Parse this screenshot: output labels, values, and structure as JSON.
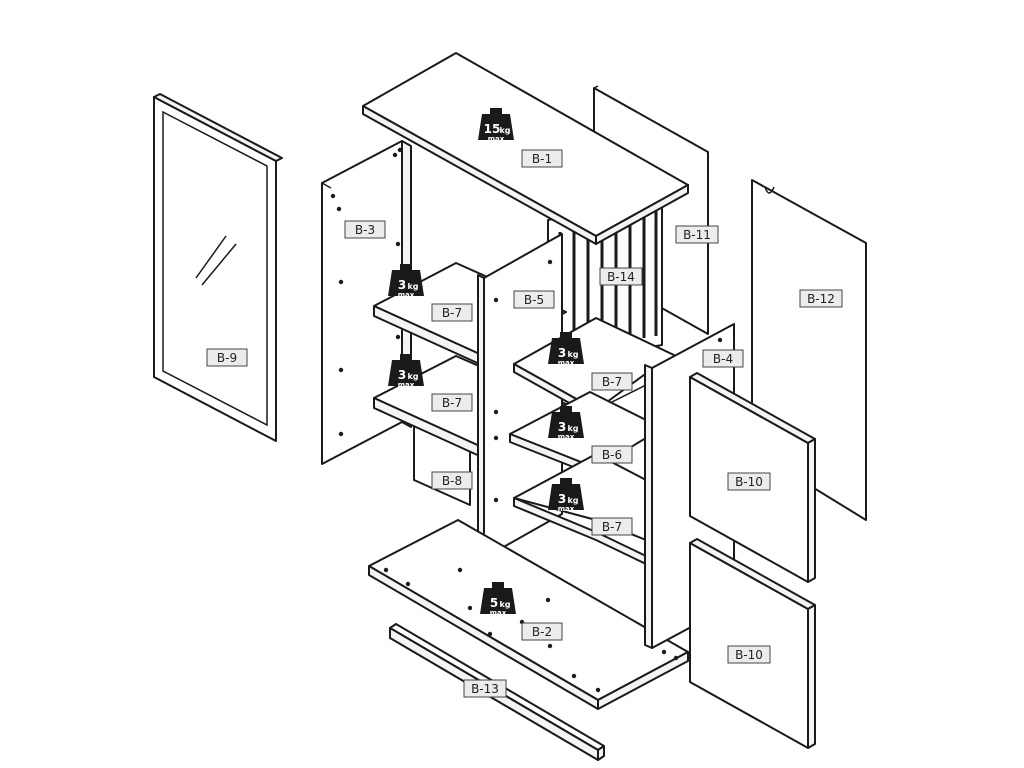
{
  "parts": [
    {
      "id": "B-1",
      "label": "B-1"
    },
    {
      "id": "B-2",
      "label": "B-2"
    },
    {
      "id": "B-3",
      "label": "B-3"
    },
    {
      "id": "B-4",
      "label": "B-4"
    },
    {
      "id": "B-5",
      "label": "B-5"
    },
    {
      "id": "B-6",
      "label": "B-6"
    },
    {
      "id": "B-7a",
      "label": "B-7"
    },
    {
      "id": "B-7b",
      "label": "B-7"
    },
    {
      "id": "B-7c",
      "label": "B-7"
    },
    {
      "id": "B-7d",
      "label": "B-7"
    },
    {
      "id": "B-8",
      "label": "B-8"
    },
    {
      "id": "B-9",
      "label": "B-9"
    },
    {
      "id": "B-10a",
      "label": "B-10"
    },
    {
      "id": "B-10b",
      "label": "B-10"
    },
    {
      "id": "B-11",
      "label": "B-11"
    },
    {
      "id": "B-12",
      "label": "B-12"
    },
    {
      "id": "B-13",
      "label": "B-13"
    },
    {
      "id": "B-14",
      "label": "B-14"
    }
  ],
  "weights": [
    {
      "id": "w-top",
      "value": "15",
      "unit": "kg",
      "note": "max"
    },
    {
      "id": "w-left1",
      "value": "3",
      "unit": "kg",
      "note": "max"
    },
    {
      "id": "w-left2",
      "value": "3",
      "unit": "kg",
      "note": "max"
    },
    {
      "id": "w-right1",
      "value": "3",
      "unit": "kg",
      "note": "max"
    },
    {
      "id": "w-right2",
      "value": "3",
      "unit": "kg",
      "note": "max"
    },
    {
      "id": "w-right3",
      "value": "3",
      "unit": "kg",
      "note": "max"
    },
    {
      "id": "w-bottom",
      "value": "5",
      "unit": "kg",
      "note": "max"
    }
  ],
  "colors": {
    "line": "#1a1a1a",
    "label_fill": "#ececec",
    "background": "#ffffff"
  },
  "icons": [
    "weight-icon"
  ]
}
